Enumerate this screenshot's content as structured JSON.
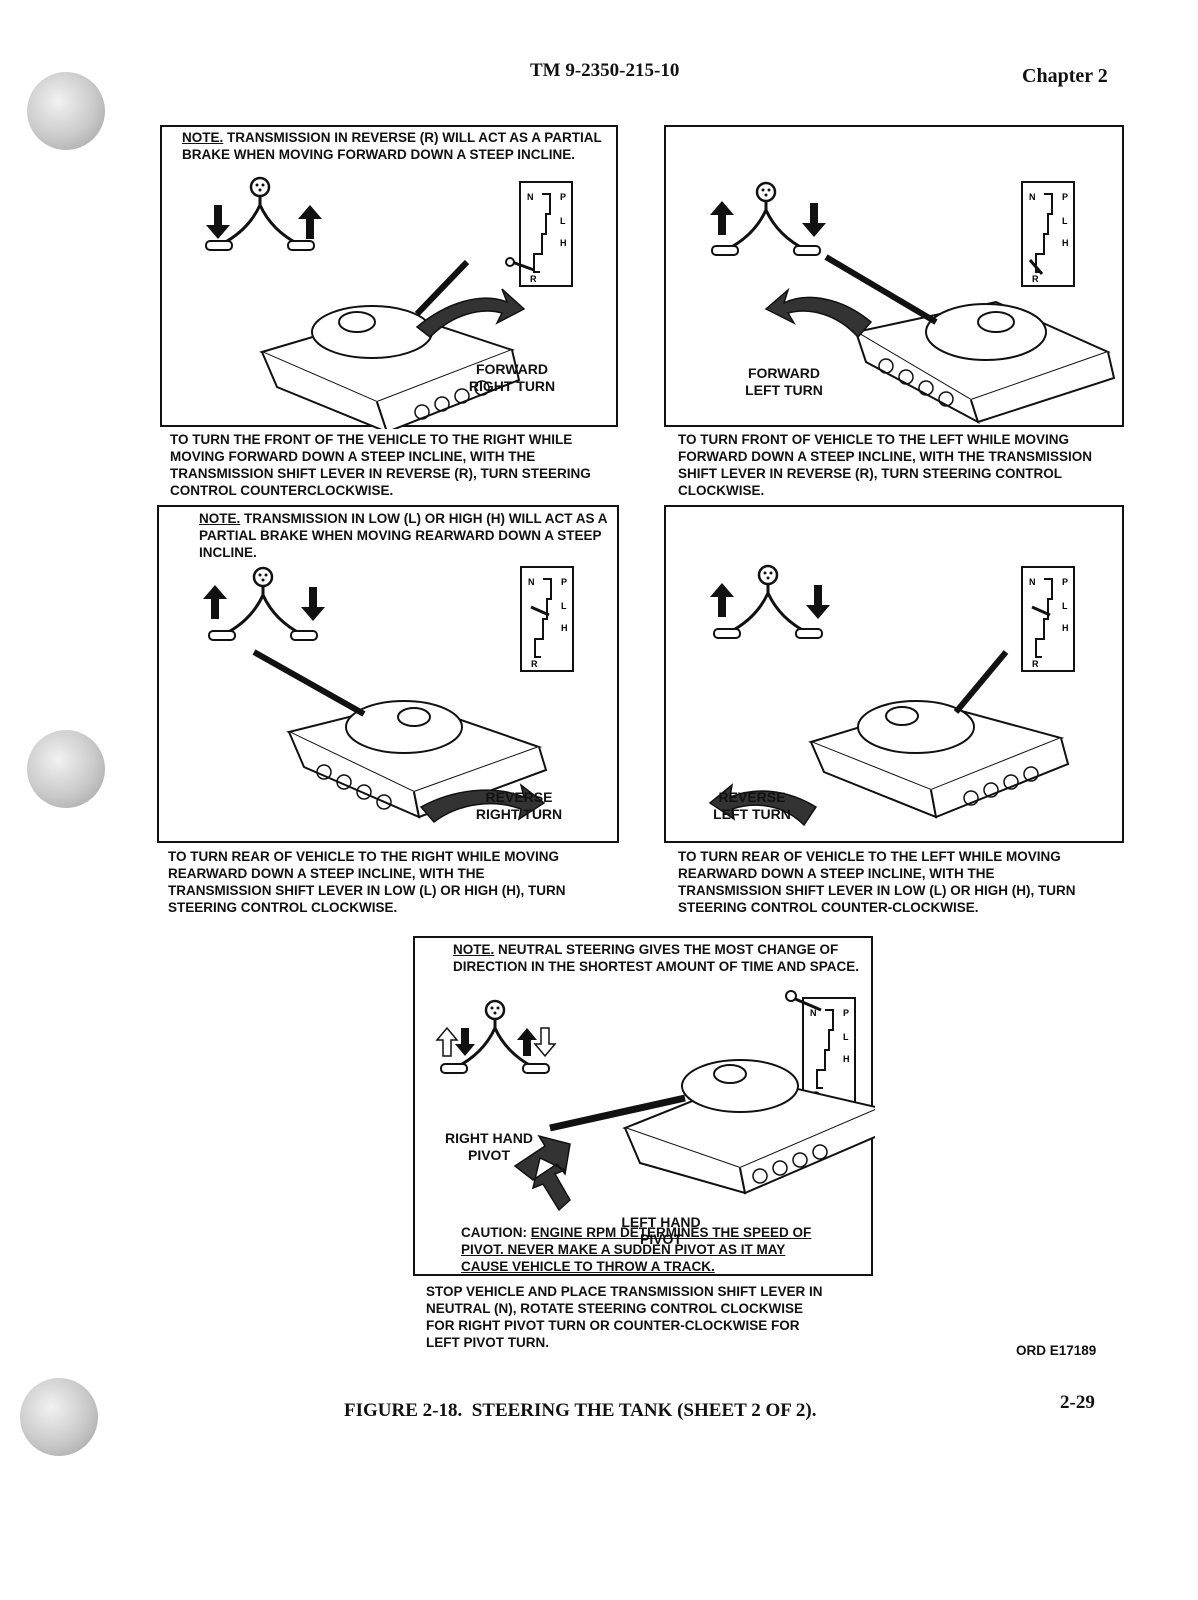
{
  "header": {
    "doc_number": "TM 9-2350-215-10",
    "chapter": "Chapter 2"
  },
  "panels": [
    {
      "note_label": "NOTE.",
      "note_text": "TRANSMISSION IN REVERSE (R) WILL ACT AS A PARTIAL BRAKE WHEN MOVING FORWARD DOWN A STEEP INCLINE.",
      "turn_label_1": "FORWARD",
      "turn_label_2": "RIGHT TURN",
      "caption": "TO TURN THE FRONT OF THE VEHICLE TO THE RIGHT WHILE MOVING FORWARD DOWN A STEEP INCLINE, WITH THE TRANSMISSION SHIFT LEVER IN REVERSE (R), TURN STEERING CONTROL COUNTERCLOCKWISE."
    },
    {
      "turn_label_1": "FORWARD",
      "turn_label_2": "LEFT TURN",
      "caption": "TO TURN FRONT OF VEHICLE TO THE LEFT WHILE MOVING FORWARD DOWN A STEEP INCLINE, WITH THE TRANSMISSION SHIFT LEVER IN REVERSE (R), TURN STEERING CONTROL CLOCKWISE."
    },
    {
      "note_label": "NOTE.",
      "note_text": "TRANSMISSION IN LOW (L) OR HIGH (H) WILL ACT AS A PARTIAL BRAKE WHEN MOVING REARWARD DOWN A STEEP INCLINE.",
      "turn_label_1": "REVERSE",
      "turn_label_2": "RIGHT TURN",
      "caption": "TO TURN REAR OF VEHICLE TO THE RIGHT WHILE MOVING REARWARD DOWN A STEEP INCLINE, WITH THE TRANSMISSION SHIFT LEVER IN LOW (L) OR HIGH (H), TURN STEERING CONTROL CLOCKWISE."
    },
    {
      "turn_label_1": "REVERSE",
      "turn_label_2": "LEFT TURN",
      "caption": "TO TURN REAR OF VEHICLE TO THE LEFT WHILE MOVING REARWARD DOWN A STEEP INCLINE, WITH THE TRANSMISSION SHIFT LEVER IN LOW (L) OR HIGH (H), TURN STEERING CONTROL COUNTER-CLOCKWISE."
    },
    {
      "note_label": "NOTE.",
      "note_text": "NEUTRAL STEERING GIVES THE MOST CHANGE OF DIRECTION IN THE SHORTEST AMOUNT OF TIME AND SPACE.",
      "pivot_right_1": "RIGHT HAND",
      "pivot_right_2": "PIVOT",
      "pivot_left_1": "LEFT HAND",
      "pivot_left_2": "PIVOT",
      "caution_label": "CAUTION:",
      "caution_text": "ENGINE RPM DETERMINES THE SPEED OF PIVOT. NEVER MAKE A SUDDEN PIVOT AS IT MAY CAUSE VEHICLE TO THROW A TRACK.",
      "caption": "STOP VEHICLE AND PLACE TRANSMISSION SHIFT LEVER IN NEUTRAL (N), ROTATE STEERING CONTROL CLOCKWISE FOR RIGHT PIVOT TURN OR COUNTER-CLOCKWISE FOR LEFT PIVOT TURN."
    }
  ],
  "gate_letters": {
    "n": "N",
    "p": "P",
    "l": "L",
    "h": "H",
    "r": "R"
  },
  "ord_number": "ORD E17189",
  "figure_title": "FIGURE 2-18.  STEERING THE TANK (SHEET 2 OF 2).",
  "page_number": "2-29"
}
